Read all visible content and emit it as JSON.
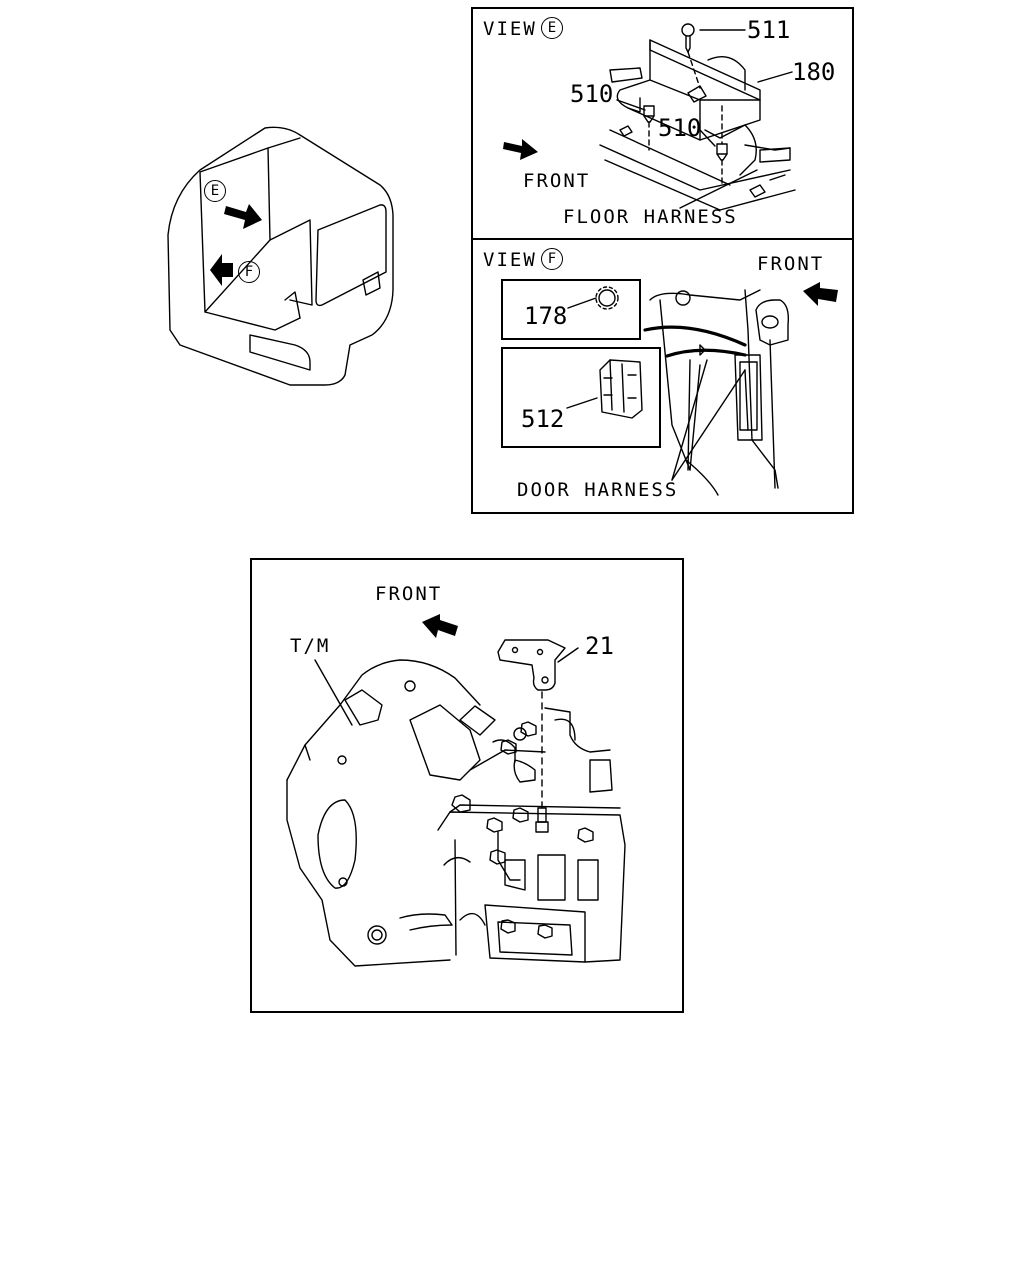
{
  "cab_overview": {
    "callout_e": "E",
    "callout_f": "F"
  },
  "view_e": {
    "title": "VIEW",
    "marker": "E",
    "front": "FRONT",
    "floor_harness": "FLOOR HARNESS",
    "parts": {
      "p511": "511",
      "p180": "180",
      "p510a": "510",
      "p510b": "510"
    }
  },
  "view_f": {
    "title": "VIEW",
    "marker": "F",
    "front": "FRONT",
    "door_harness": "DOOR HARNESS",
    "parts": {
      "p178": "178",
      "p512": "512"
    }
  },
  "transmission": {
    "front": "FRONT",
    "tm_label": "T/M",
    "part_21": "21"
  }
}
